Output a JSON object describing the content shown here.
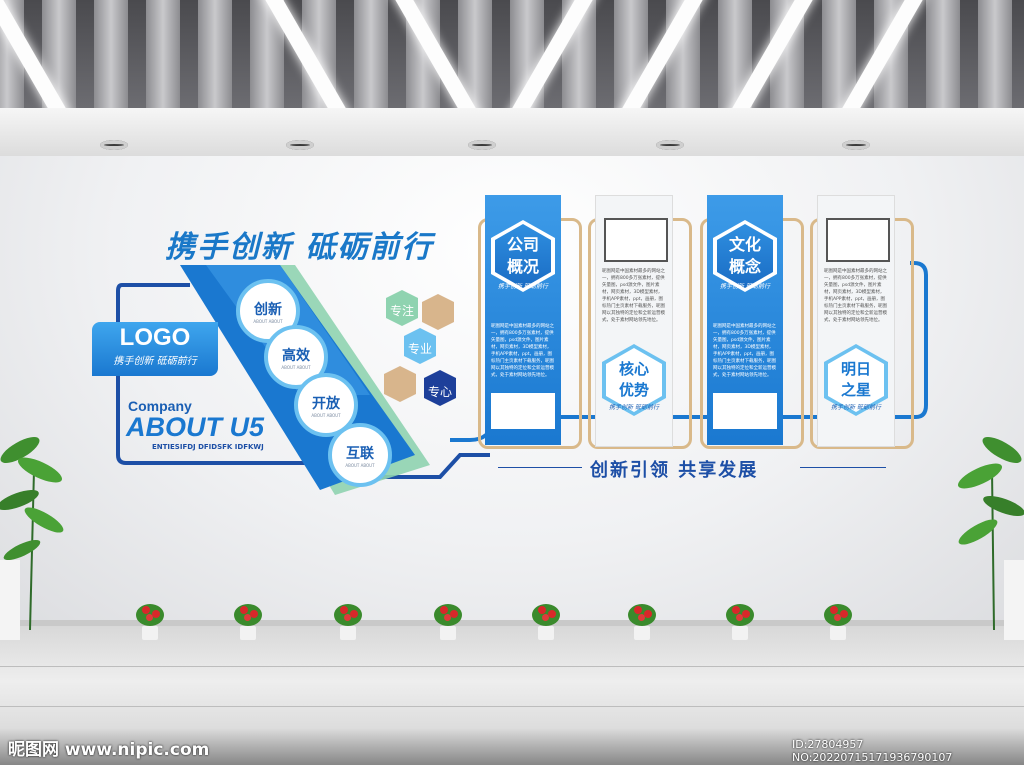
{
  "headline": "携手创新  砥砺前行",
  "logo": {
    "label": "LOGO",
    "slogan": "携手创新 砥砺前行"
  },
  "company": {
    "small": "Company",
    "large": "ABOUT U5",
    "sub": "ENTIESIFDJ DFIDSFK IDFKWJ"
  },
  "values": [
    {
      "label": "创新",
      "sub": "ABOUT ABOUT"
    },
    {
      "label": "高效",
      "sub": "ABOUT ABOUT"
    },
    {
      "label": "开放",
      "sub": "ABOUT ABOUT"
    },
    {
      "label": "互联",
      "sub": "ABOUT ABOUT"
    }
  ],
  "hex_tags": [
    "专注",
    "专业",
    "专心"
  ],
  "panels": [
    {
      "title": "公司\n概况",
      "slogan": "携手创新  砥砺前行",
      "body": "昵图网是中国素材最多的网站之一，拥有800多万张素材，提供矢量图，psd源文件，图片素材，网页素材，3D模型素材，手机APP素材，ppt，画册，图标热门主页素材下载服务，昵图网以其独特的定位和全新运营模式，处于素材网站领先地位。"
    },
    {
      "title": "核心\n优势",
      "slogan": "携手创新  砥砺前行",
      "body": "昵图网是中国素材最多的网站之一，拥有800多万张素材，提供矢量图，psd源文件，图片素材，网页素材，3D模型素材，手机APP素材，ppt，画册，图标热门主页素材下载服务，昵图网以其独特的定位和全新运营模式，处于素材网站领先地位。"
    },
    {
      "title": "文化\n概念",
      "slogan": "携手创新  砥砺前行",
      "body": "昵图网是中国素材最多的网站之一，拥有800多万张素材，提供矢量图，psd源文件，图片素材，网页素材，3D模型素材，手机APP素材，ppt，画册，图标热门主页素材下载服务，昵图网以其独特的定位和全新运营模式，处于素材网站领先地位。"
    },
    {
      "title": "明日\n之星",
      "slogan": "携手创新  砥砺前行",
      "body": "昵图网是中国素材最多的网站之一，拥有800多万张素材，提供矢量图，psd源文件，图片素材，网页素材，3D模型素材，手机APP素材，ppt，画册，图标热门主页素材下载服务，昵图网以其独特的定位和全新运营模式，处于素材网站领先地位。"
    }
  ],
  "tagline": "创新引领  共享发展",
  "watermark": {
    "site": "昵图网 www.nipic.com",
    "id": "ID:27804957 NO:20220715171936790107"
  },
  "colors": {
    "primary_blue": "#1a78d0",
    "dark_blue": "#1d4fa6",
    "light_blue": "#6cc1f0",
    "green": "#8fd3b0",
    "gold": "#d9b98a"
  }
}
